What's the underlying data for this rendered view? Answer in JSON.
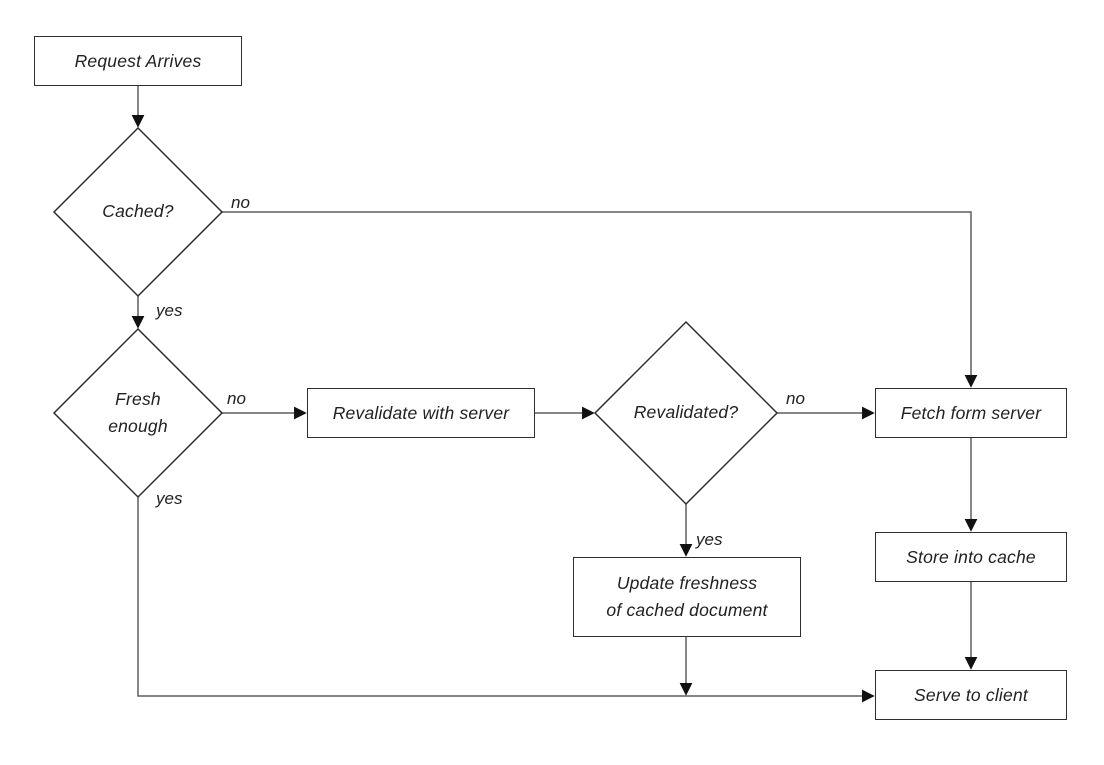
{
  "nodes": {
    "request_arrives": {
      "label": "Request Arrives"
    },
    "cached": {
      "label": "Cached?"
    },
    "fresh_enough": {
      "label": "Fresh enough"
    },
    "revalidate_with_server": {
      "label": "Revalidate with server"
    },
    "revalidated": {
      "label": "Revalidated?"
    },
    "fetch_from_server": {
      "label": "Fetch form server"
    },
    "store_into_cache": {
      "label": "Store into cache"
    },
    "update_freshness": {
      "lines": [
        "Update freshness",
        "of cached document"
      ]
    },
    "serve_to_client": {
      "label": "Serve to client"
    }
  },
  "edge_labels": {
    "cached_no": "no",
    "cached_yes": "yes",
    "fresh_no": "no",
    "fresh_yes": "yes",
    "revalidated_no": "no",
    "revalidated_yes": "yes"
  },
  "colors": {
    "line": "#5f5f5f",
    "shape_border": "#2e2e2e",
    "arrowhead": "#111111",
    "text": "#212121",
    "background": "#ffffff"
  }
}
